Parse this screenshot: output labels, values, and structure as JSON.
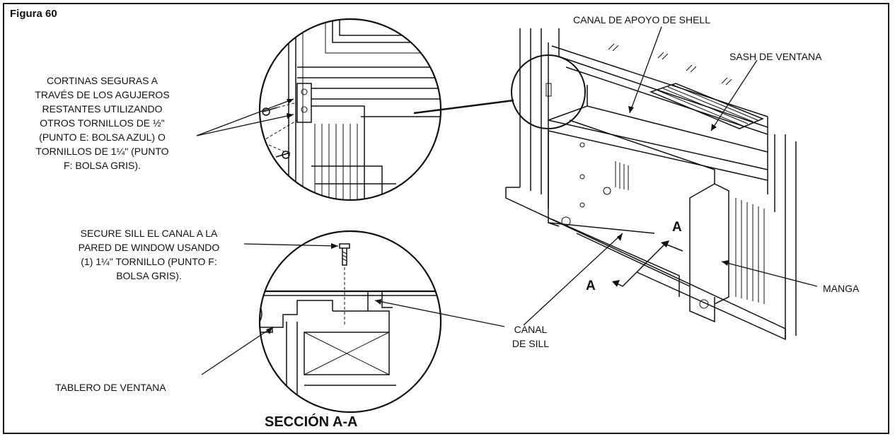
{
  "figure": {
    "title": "Figura 60",
    "section_title": "SECCIÓN A-A"
  },
  "labels": {
    "curtains_note": "CORTINAS SEGURAS A\nTRAVÉS DE LOS AGUJEROS\nRESTANTES UTILIZANDO\nOTROS TORNILLOS DE ½\"\n(PUNTO E: BOLSA AZUL) O\nTORNILLOS DE 1¼\" (PUNTO\nF: BOLSA GRIS).",
    "sill_note": "SECURE SILL EL CANAL A LA\nPARED DE WINDOW USANDO\n(1) 1¼\" TORNILLO (PUNTO F:\nBOLSA GRIS).",
    "window_board": "TABLERO DE VENTANA",
    "sill_channel": "CANAL\nDE SILL",
    "shell_support_channel": "CANAL DE APOYO DE SHELL",
    "window_sash": "SASH DE VENTANA",
    "sleeve": "MANGA",
    "section_marker_upper": "A",
    "section_marker_lower": "A"
  }
}
